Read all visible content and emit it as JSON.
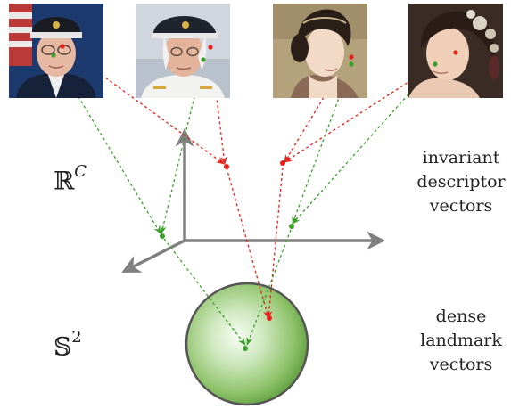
{
  "labels": {
    "space_top_symbol": "ℝ",
    "space_top_superscript": "C",
    "space_bottom_symbol": "𝕊",
    "space_bottom_superscript": "2",
    "descriptor_caption": [
      "invariant",
      "descriptor",
      "vectors"
    ],
    "landmark_caption": [
      "dense",
      "landmark",
      "vectors"
    ]
  },
  "portraits": [
    {
      "subject": "officer-in-dress-uniform-portrait"
    },
    {
      "subject": "officer-in-white-uniform-portrait"
    },
    {
      "subject": "woman-with-braided-hair-portrait"
    },
    {
      "subject": "woman-with-floral-headdress-portrait"
    }
  ],
  "colors": {
    "red_arrow": "#e8201a",
    "green_arrow": "#3aa02a",
    "axis": "#808080",
    "sphere_light": "#f4fbf0",
    "sphere_dark": "#5a9e3c",
    "sphere_outline": "#555555"
  }
}
